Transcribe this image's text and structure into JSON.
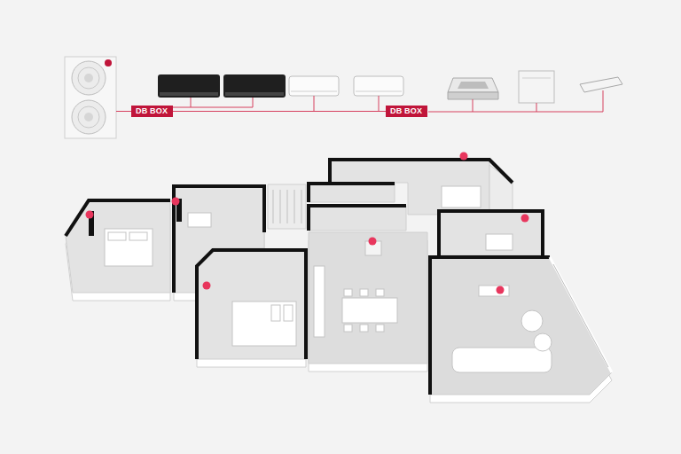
{
  "diagram": {
    "nodes": [
      {
        "text": [
          "DB BOX"
        ]
      },
      {
        "text": [
          "DB BOX"
        ]
      }
    ],
    "edges": [
      {
        "from": 0,
        "to": 1,
        "arrow": "none"
      }
    ]
  }
}
